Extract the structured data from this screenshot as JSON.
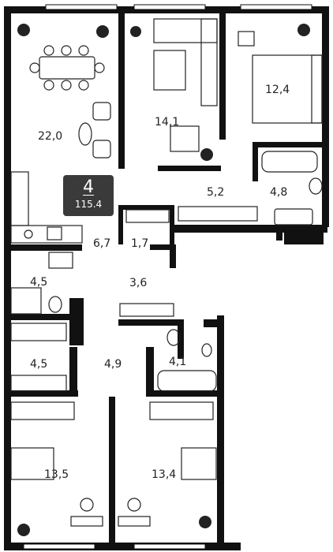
{
  "apartment": {
    "rooms_count": "4",
    "total_area": "115.4"
  },
  "rooms": {
    "living_kitchen": "22,0",
    "living_room": "14,1",
    "master_bedroom": "12,4",
    "corridor_upper": "5,2",
    "bathroom_master": "4,8",
    "hall": "6,7",
    "wardrobe_small": "1,7",
    "hall_center": "3,6",
    "bathroom_left": "4,5",
    "wardrobe_left": "4,5",
    "corridor_lower": "4,9",
    "bathroom_lower": "4,1",
    "bedroom_left": "13,5",
    "bedroom_right": "13,4"
  }
}
